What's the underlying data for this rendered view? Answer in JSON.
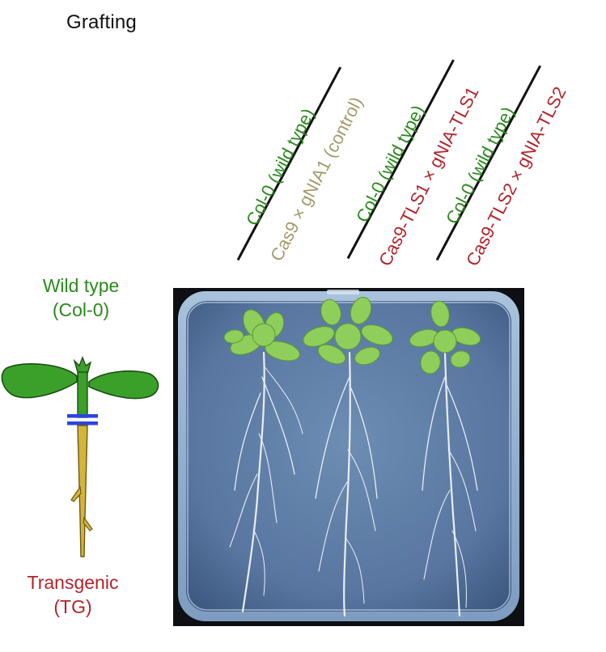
{
  "title": "Grafting",
  "left": {
    "scion_line1": "Wild type",
    "scion_line2": "(Col-0)",
    "rootstock_line1": "Transgenic",
    "rootstock_line2": "(TG)"
  },
  "columns": [
    {
      "scion": "Col-0 (wild type)",
      "rootstock": "Cas9 × gNIA1 (control)"
    },
    {
      "scion": "Col-0 (wild type)",
      "rootstock": "Cas9-TLS1 × gNIA-TLS1"
    },
    {
      "scion": "Col-0 (wild type)",
      "rootstock": "Cas9-TLS2 × gNIA-TLS2"
    }
  ],
  "colors": {
    "scion": "#2a8a1c",
    "rootstock_control": "#a49a6a",
    "rootstock_transgenic": "#b3232a",
    "graft_junction": "#2b45e0",
    "plate_background": "#5d7ea4"
  }
}
